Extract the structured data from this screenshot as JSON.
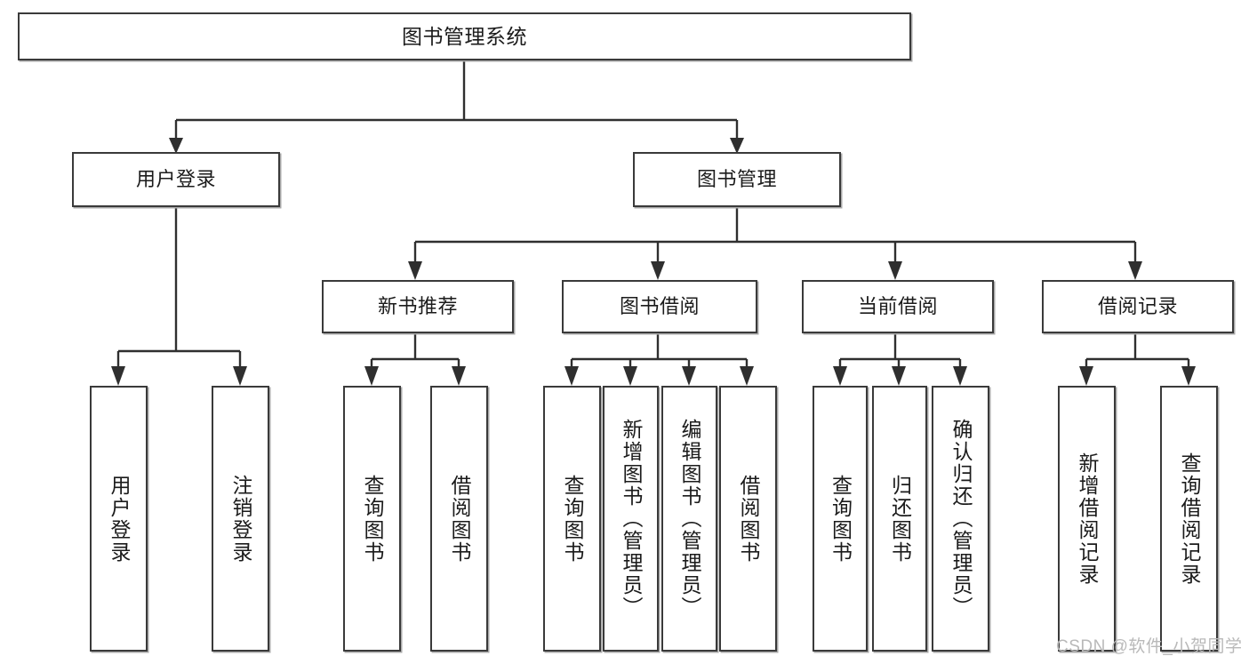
{
  "diagram": {
    "title": "图书管理系统",
    "type": "tree-hierarchy-chart",
    "watermark": "CSDN @软件_小贺同学"
  },
  "root": {
    "label": "图书管理系统"
  },
  "level2": [
    {
      "label": "用户登录"
    },
    {
      "label": "图书管理"
    }
  ],
  "level3": [
    {
      "label": "新书推荐"
    },
    {
      "label": "图书借阅"
    },
    {
      "label": "当前借阅"
    },
    {
      "label": "借阅记录"
    }
  ],
  "leaves": {
    "user_login": [
      {
        "label": "用户登录"
      },
      {
        "label": "注销登录"
      }
    ],
    "new_book_recommend": [
      {
        "label": "查询图书"
      },
      {
        "label": "借阅图书"
      }
    ],
    "book_borrow": [
      {
        "label": "查询图书"
      },
      {
        "label": "新增图书（管理员）"
      },
      {
        "label": "编辑图书（管理员）"
      },
      {
        "label": "借阅图书"
      }
    ],
    "current_borrow": [
      {
        "label": "查询图书"
      },
      {
        "label": "归还图书"
      },
      {
        "label": "确认归还（管理员）"
      }
    ],
    "borrow_record": [
      {
        "label": "新增借阅记录"
      },
      {
        "label": "查询借阅记录"
      }
    ]
  }
}
